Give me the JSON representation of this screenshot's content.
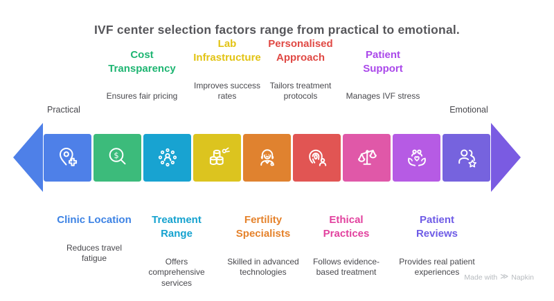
{
  "title": "IVF center selection factors range from practical to emotional.",
  "axis": {
    "left": "Practical",
    "right": "Emotional"
  },
  "arrow": {
    "left_color": "#4E80E8",
    "right_color": "#7A5BE2"
  },
  "factors": [
    {
      "id": "clinic-location",
      "title": "Clinic Location",
      "description": "Reduces travel\nfatigue",
      "color": "#4E80E8",
      "label_color": "#3C82E4",
      "icon": "location-plus-icon",
      "side": "bottom"
    },
    {
      "id": "cost-transparency",
      "title": "Cost\nTransparency",
      "description": "Ensures fair pricing",
      "color": "#3CBB7B",
      "label_color": "#1EB572",
      "icon": "dollar-search-icon",
      "side": "top"
    },
    {
      "id": "treatment-range",
      "title": "Treatment\nRange",
      "description": "Offers\ncomprehensive\nservices",
      "color": "#18A3D1",
      "label_color": "#15A2CF",
      "icon": "person-network-icon",
      "side": "bottom"
    },
    {
      "id": "lab-infrastructure",
      "title": "Lab\nInfrastructure",
      "description": "Improves success\nrates",
      "color": "#DCC41F",
      "label_color": "#E2C313",
      "icon": "lab-samples-icon",
      "side": "top"
    },
    {
      "id": "fertility-specialists",
      "title": "Fertility\nSpecialists",
      "description": "Skilled in advanced\ntechnologies",
      "color": "#E0822F",
      "label_color": "#E5822B",
      "icon": "doctor-icon",
      "side": "bottom"
    },
    {
      "id": "personalised-approach",
      "title": "Personalised\nApproach",
      "description": "Tailors treatment\nprotocols",
      "color": "#E15553",
      "label_color": "#E04944",
      "icon": "fingerprint-person-icon",
      "side": "top"
    },
    {
      "id": "ethical-practices",
      "title": "Ethical\nPractices",
      "description": "Follows evidence-\nbased treatment",
      "color": "#E058A8",
      "label_color": "#E2419E",
      "icon": "balance-scale-icon",
      "side": "bottom"
    },
    {
      "id": "patient-support",
      "title": "Patient\nSupport",
      "description": "Manages IVF stress",
      "color": "#B65BE4",
      "label_color": "#AA48EA",
      "icon": "caring-hands-icon",
      "side": "top"
    },
    {
      "id": "patient-reviews",
      "title": "Patient\nReviews",
      "description": "Provides real patient\nexperiences",
      "color": "#7663DE",
      "label_color": "#6E5BE6",
      "icon": "people-star-icon",
      "side": "bottom"
    }
  ],
  "watermark": {
    "made_with": "Made with",
    "logo": "≫",
    "brand": "Napkin"
  }
}
